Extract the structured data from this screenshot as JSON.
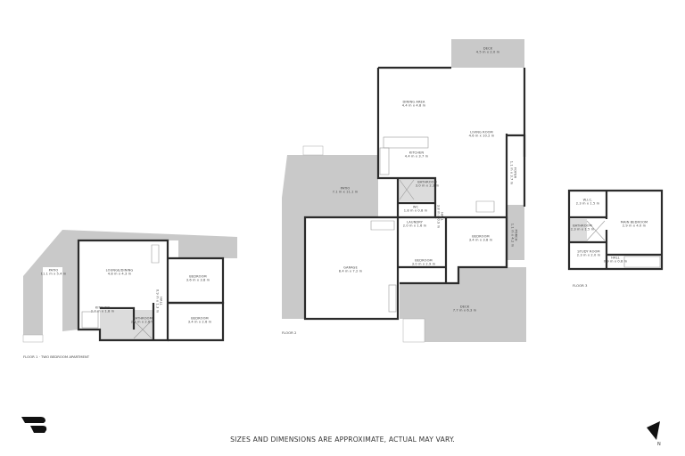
{
  "floors": [
    {
      "caption": "FLOOR 1 · TWO BEDROOM APARTMENT",
      "rooms": [
        {
          "name": "Patio",
          "dims": "11.1 m x 5.4 m"
        },
        {
          "name": "Lounge/Dining",
          "dims": "4.8 m x 4.3 m"
        },
        {
          "name": "Kitchen",
          "dims": "2.7 m x 1.8 m"
        },
        {
          "name": "Bedroom",
          "dims": "3.6 m x 3.8 m"
        },
        {
          "name": "Bedroom",
          "dims": "3.4 m x 2.6 m"
        },
        {
          "name": "Bathroom",
          "dims": "2.2 m x 2.6 m"
        },
        {
          "name": "Hall",
          "dims": "0.9 m x 1.3 m"
        }
      ]
    },
    {
      "caption": "FLOOR 2",
      "rooms": [
        {
          "name": "Deck",
          "dims": "4.5 m x 2.0 m"
        },
        {
          "name": "Dining Area",
          "dims": "4.4 m x 4.8 m"
        },
        {
          "name": "Living Room",
          "dims": "4.6 m x 10.2 m"
        },
        {
          "name": "Kitchen",
          "dims": "4.4 m x 3.7 m"
        },
        {
          "name": "Patio",
          "dims": "7.1 m x 11.1 m"
        },
        {
          "name": "Bathroom",
          "dims": "3.0 m x 2.3 m"
        },
        {
          "name": "WC",
          "dims": "1.8 m x 0.8 m"
        },
        {
          "name": "Laundry",
          "dims": "2.0 m x 1.6 m"
        },
        {
          "name": "Hall",
          "dims": "3.8 m x 0.9 m"
        },
        {
          "name": "Foyer",
          "dims": "1.1 m x 3.7 m"
        },
        {
          "name": "Porch",
          "dims": "1.1 m x 4.2 m"
        },
        {
          "name": "Bedroom",
          "dims": "3.4 m x 3.8 m"
        },
        {
          "name": "Bedroom",
          "dims": "3.0 m x 2.9 m"
        },
        {
          "name": "Garage",
          "dims": "8.4 m x 7.2 m"
        },
        {
          "name": "Deck",
          "dims": "7.7 m x 6.3 m"
        }
      ]
    },
    {
      "caption": "FLOOR 3",
      "rooms": [
        {
          "name": "W.I.C.",
          "dims": "2.3 m x 1.5 m"
        },
        {
          "name": "Main Bedroom",
          "dims": "2.9 m x 4.0 m"
        },
        {
          "name": "Bathroom",
          "dims": "2.3 m x 1.5 m"
        },
        {
          "name": "Study Room",
          "dims": "2.3 m x 2.0 m"
        },
        {
          "name": "Hall",
          "dims": "0.9 m x 0.8 m"
        }
      ]
    }
  ],
  "footer": {
    "disclaimer": "SIZES AND DIMENSIONS ARE APPROXIMATE, ACTUAL MAY VARY.",
    "compass_label": "N",
    "logo_icon": "brand-logo-icon",
    "compass_icon": "north-arrow-icon"
  },
  "colors": {
    "wall": "#2b2b2b",
    "outdoor_fill": "#c9c9c9",
    "wet_area_fill": "#dcdcdc",
    "background": "#ffffff"
  }
}
